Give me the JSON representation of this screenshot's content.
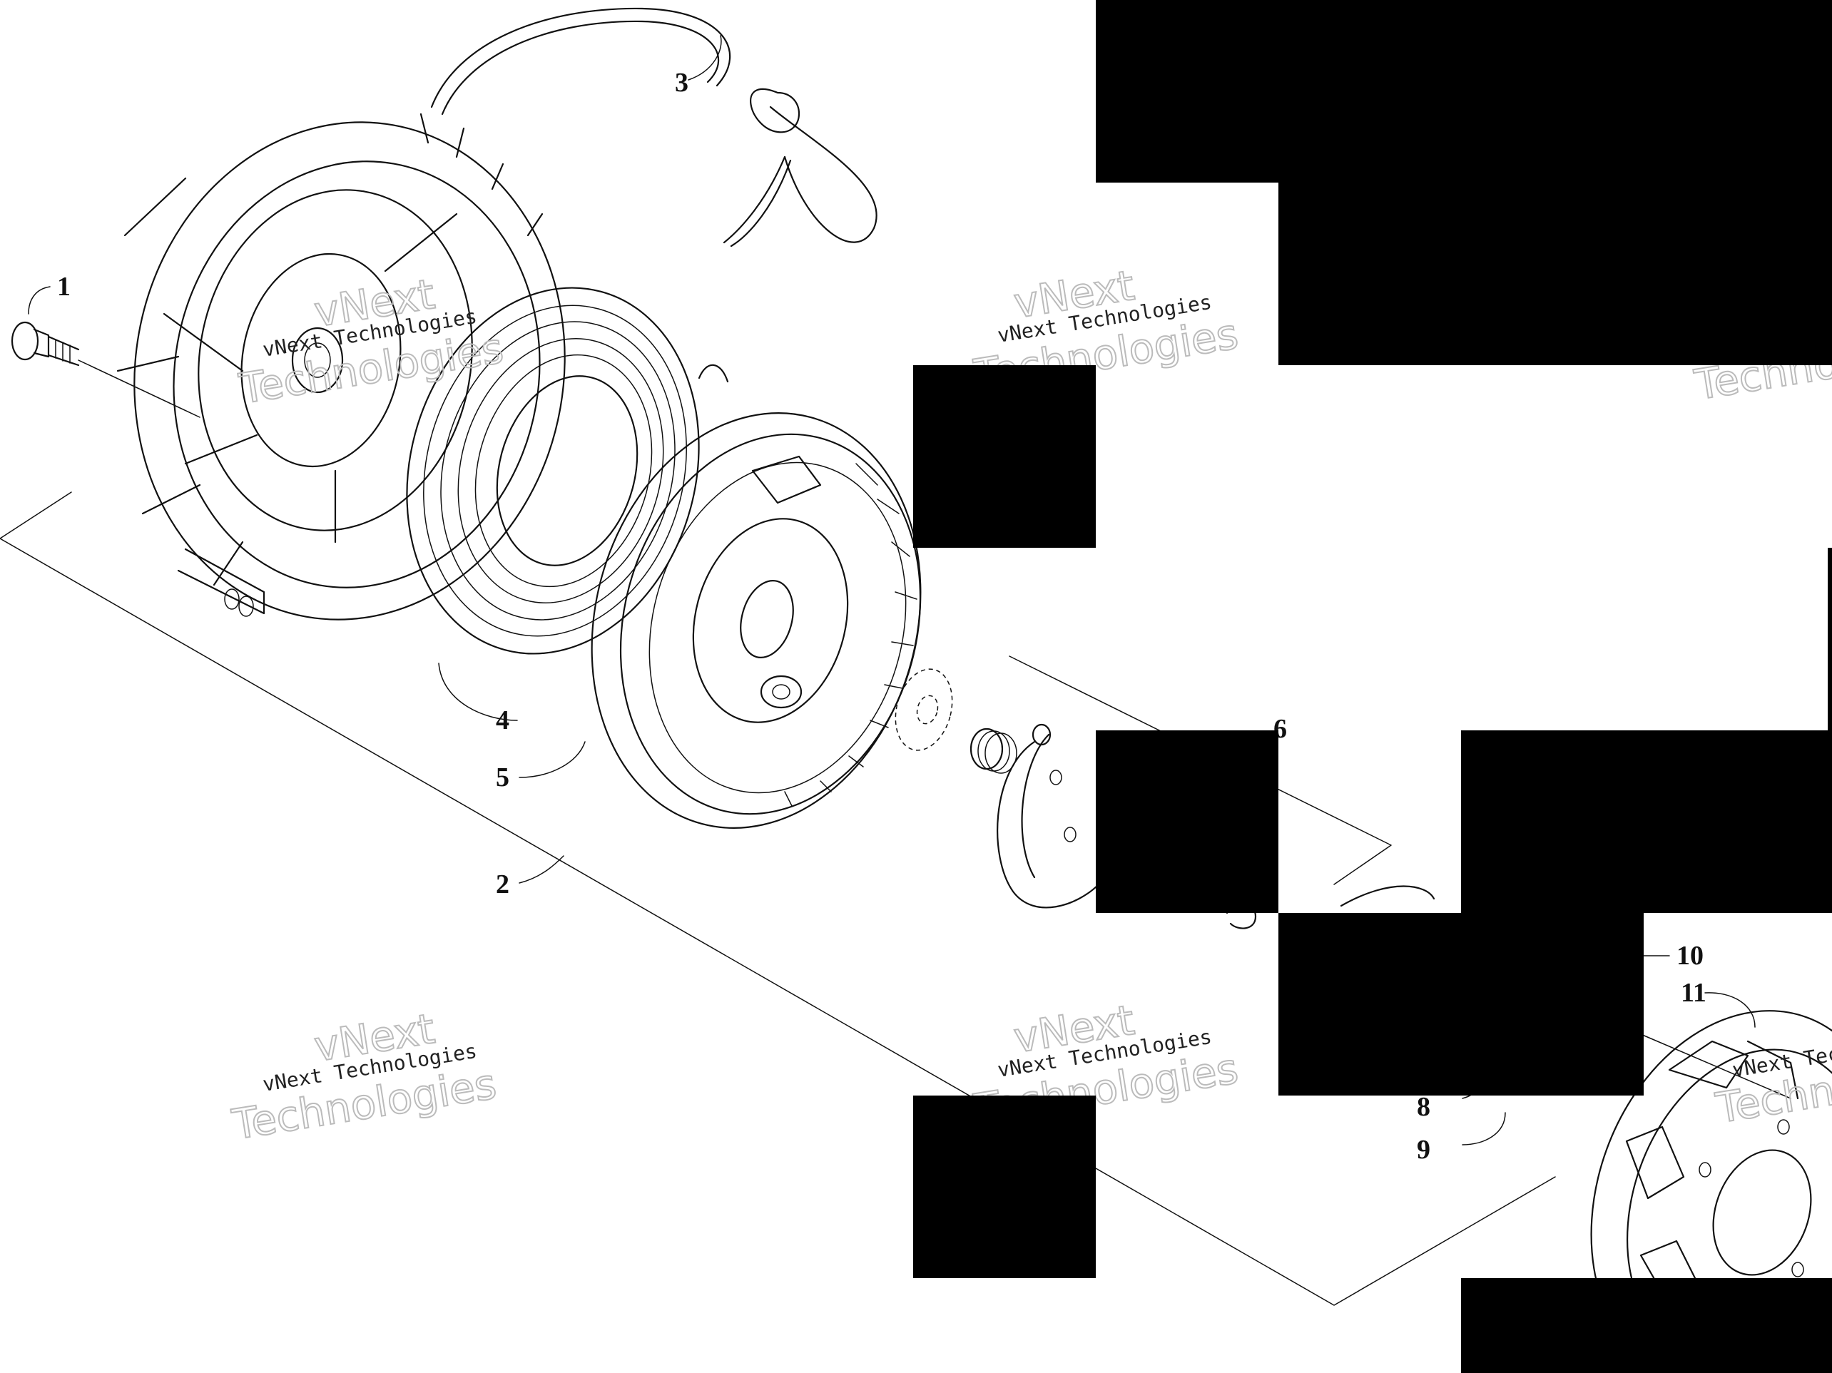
{
  "callouts": {
    "c1": "1",
    "c2": "2",
    "c3": "3",
    "c4": "4",
    "c5": "5",
    "c6": "6",
    "c8": "8",
    "c9": "9",
    "c10": "10",
    "c11": "11"
  },
  "watermark": {
    "company": "vNext Technologies",
    "brand": "vNext",
    "word": "Technologies"
  }
}
